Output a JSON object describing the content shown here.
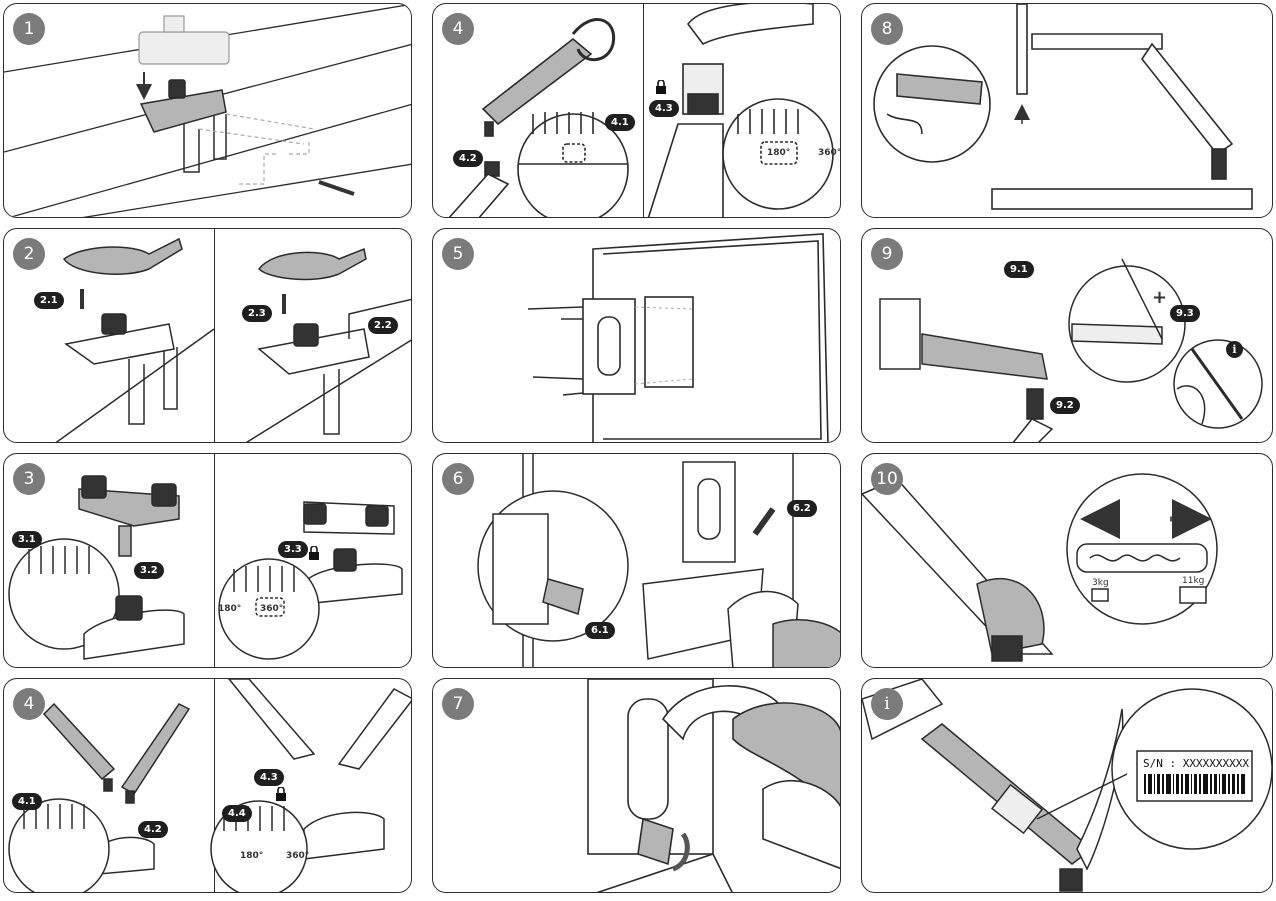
{
  "steps": {
    "s1": "1",
    "s2": "2",
    "s3": "3",
    "s4a": "4",
    "s4b": "4",
    "s5": "5",
    "s6": "6",
    "s7": "7",
    "s8": "8",
    "s9": "9",
    "s10": "10",
    "info": "i"
  },
  "sub_steps": {
    "p2_1": "2.1",
    "p2_2": "2.2",
    "p2_3": "2.3",
    "p3_1": "3.1",
    "p3_2": "3.2",
    "p3_3": "3.3",
    "p4t_1": "4.1",
    "p4t_2": "4.2",
    "p4t_3": "4.3",
    "p4b_1": "4.1",
    "p4b_2": "4.2",
    "p4b_3": "4.3",
    "p4b_4": "4.4",
    "p6_1": "6.1",
    "p6_2": "6.2",
    "p9_1": "9.1",
    "p9_2": "9.2",
    "p9_3": "9.3"
  },
  "angles": {
    "p4t_180": "180°",
    "p4t_360": "360°",
    "p3_180": "180°",
    "p3_360": "360°",
    "p4b_180": "180°",
    "p4b_360": "360°"
  },
  "plus_sign": "+",
  "info_mark": "i",
  "weights": {
    "min": "3kg",
    "max": "11kg"
  },
  "serial": "S/N : XXXXXXXXXX",
  "colors": {
    "badge": "#7b7b7b",
    "sub_badge": "#1f1f1f",
    "line": "#2b2b2b",
    "fill": "#b5b5b5"
  }
}
